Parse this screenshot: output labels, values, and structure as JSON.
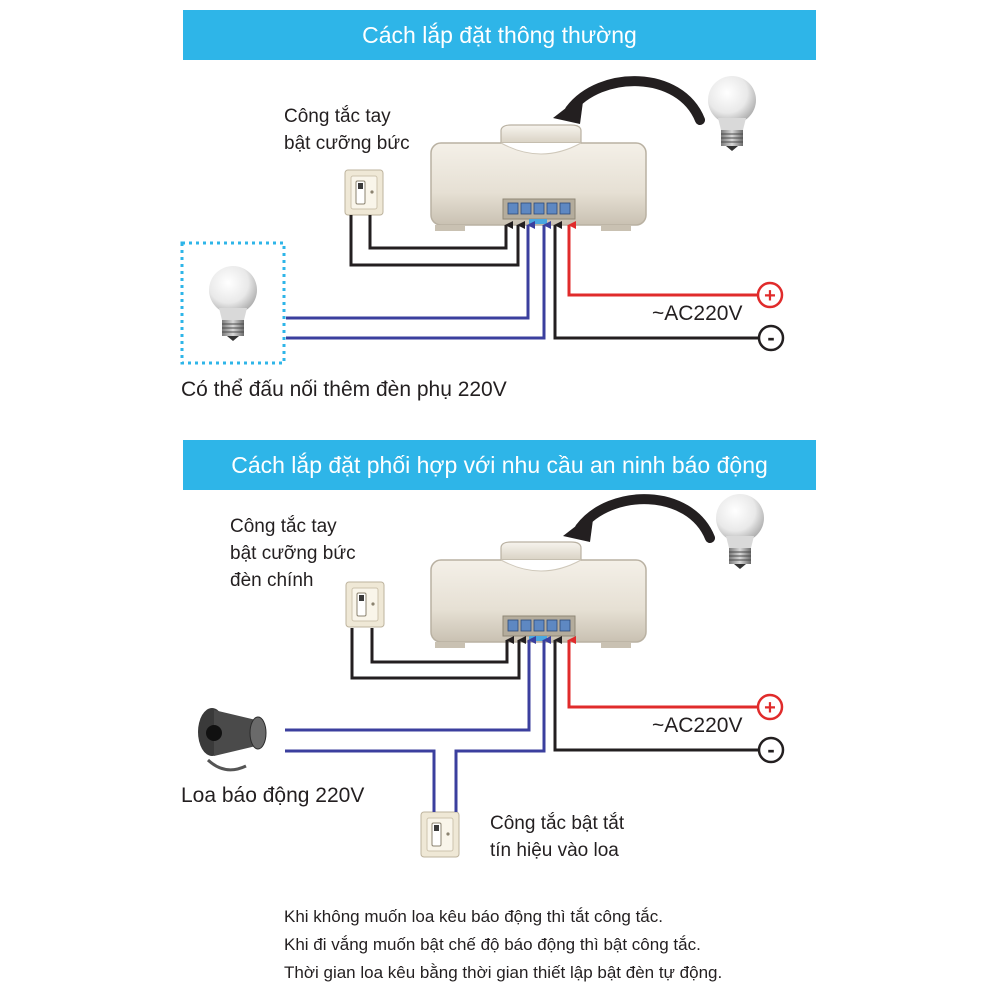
{
  "section1": {
    "title": "Cách lắp đặt thông thường",
    "switch_label": [
      "Công tắc tay",
      "bật cưỡng bức"
    ],
    "ac_label": "~AC220V",
    "plus": "+",
    "minus": "-",
    "extra_lamp_label": "Có thể đấu nối thêm đèn phụ 220V"
  },
  "section2": {
    "title": "Cách lắp đặt phối hợp với nhu cầu an ninh báo động",
    "switch_label": [
      "Công tắc tay",
      "bật cưỡng bức",
      "đèn chính"
    ],
    "ac_label": "~AC220V",
    "plus": "+",
    "minus": "-",
    "siren_label": "Loa báo động 220V",
    "siren_switch_label": [
      "Công tắc bật tắt",
      "tín hiệu vào loa"
    ]
  },
  "notes": [
    "Khi không muốn loa kêu báo động thì tắt công tắc.",
    "Khi đi vắng muốn bật chế độ báo động thì bật công tắc.",
    "Thời gian loa kêu bằng thời gian thiết lập bật đèn tự động."
  ],
  "colors": {
    "banner": "#2eb5e8",
    "live_wire": "#e02b2b",
    "neutral_wire": "#231f20",
    "load_wire": "#3b3f9e",
    "dotted_box": "#2eb5e8"
  }
}
